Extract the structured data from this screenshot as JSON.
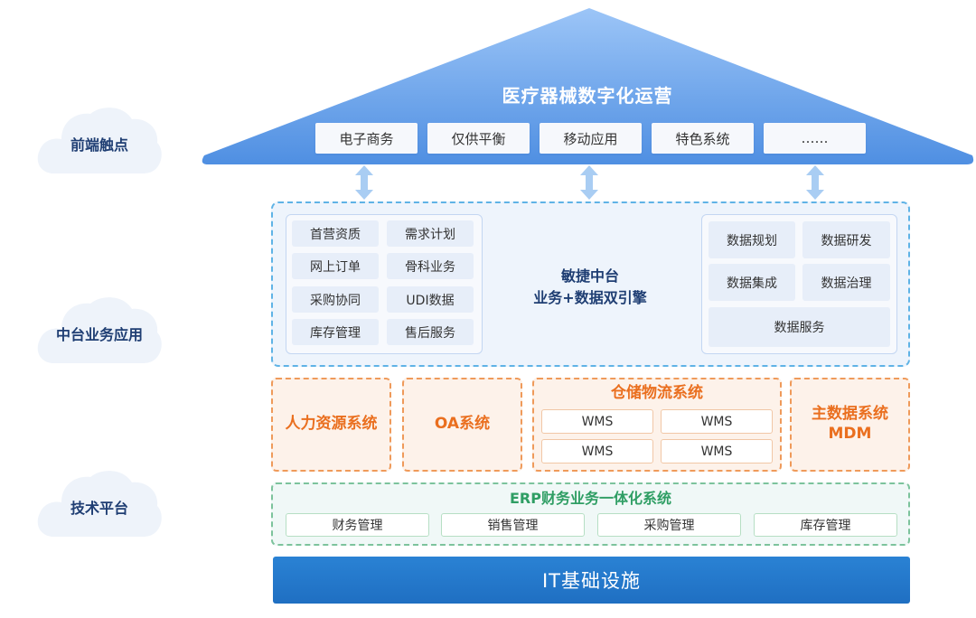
{
  "layers": {
    "front": "前端触点",
    "middle": "中台业务应用",
    "tech": "技术平台"
  },
  "roof": {
    "title": "医疗器械数字化运营",
    "items": [
      "电子商务",
      "仅供平衡",
      "移动应用",
      "特色系统",
      "……"
    ]
  },
  "middle_platform": {
    "left_items": [
      "首营资质",
      "需求计划",
      "网上订单",
      "骨科业务",
      "采购协同",
      "UDI数据",
      "库存管理",
      "售后服务"
    ],
    "center_line1": "敏捷中台",
    "center_line2": "业务+数据双引擎",
    "right_items": [
      "数据规划",
      "数据研发",
      "数据集成",
      "数据治理"
    ],
    "right_bottom": "数据服务"
  },
  "systems": {
    "hr": "人力资源系统",
    "oa": "OA系统",
    "warehouse": {
      "title": "仓储物流系统",
      "items": [
        "WMS",
        "WMS",
        "WMS",
        "WMS"
      ]
    },
    "mdm_line1": "主数据系统",
    "mdm_line2": "MDM"
  },
  "erp": {
    "title": "ERP财务业务一体化系统",
    "items": [
      "财务管理",
      "销售管理",
      "采购管理",
      "库存管理"
    ]
  },
  "it_base": "IT基础设施",
  "colors": {
    "roof": "#6aa2ea",
    "primary_blue": "#1f6fc2",
    "orange": "#ea6f1f",
    "green": "#2f9e64",
    "navy": "#1f3e73"
  },
  "icons": {
    "cloud": "cloud-shape",
    "arrow": "double-headed-vertical-arrow"
  }
}
